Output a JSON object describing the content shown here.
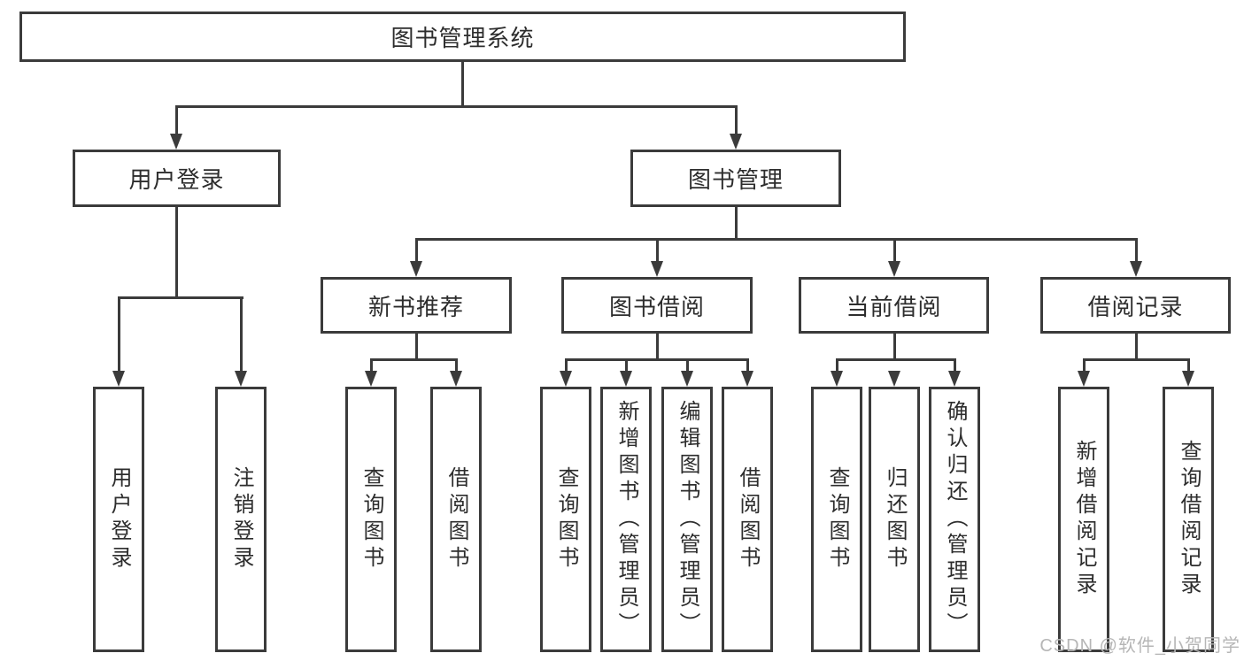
{
  "colors": {
    "line": "#3b3b3b",
    "text": "#2d2d2d",
    "watermark": "#b6b6b6",
    "background": "#ffffff"
  },
  "watermark": "CSDN @软件_小贺同学",
  "tree": {
    "root": "图书管理系统",
    "branches": [
      {
        "label": "用户登录",
        "children": [
          "用户登录",
          "注销登录"
        ]
      },
      {
        "label": "图书管理",
        "children": [
          {
            "label": "新书推荐",
            "children": [
              "查询图书",
              "借阅图书"
            ]
          },
          {
            "label": "图书借阅",
            "children": [
              "查询图书",
              "新增图书（管理员）",
              "编辑图书（管理员）",
              "借阅图书"
            ]
          },
          {
            "label": "当前借阅",
            "children": [
              "查询图书",
              "归还图书",
              "确认归还（管理员）"
            ]
          },
          {
            "label": "借阅记录",
            "children": [
              "新增借阅记录",
              "查询借阅记录"
            ]
          }
        ]
      }
    ]
  }
}
